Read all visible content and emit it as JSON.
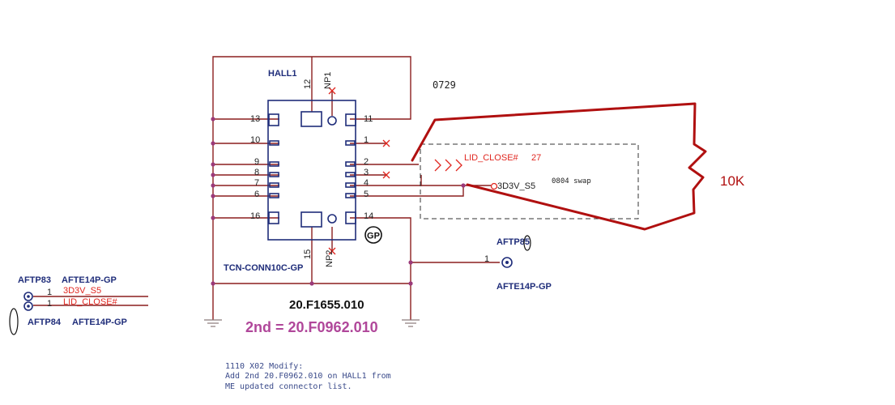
{
  "component": {
    "refdes": "HALL1",
    "footprint": "TCN-CONN10C-GP",
    "part_number": "20.F1655.010",
    "alt_part": "2nd = 20.F0962.010",
    "gp_mark": "GP"
  },
  "pins": {
    "p12": "12",
    "np1": "NP1",
    "p15": "15",
    "np2": "NP2",
    "p13": "13",
    "p10": "10",
    "p9": "9",
    "p8": "8",
    "p7": "7",
    "p6": "6",
    "p16": "16",
    "p11": "11",
    "p1": "1",
    "p2": "2",
    "p3": "3",
    "p4": "4",
    "p5": "5",
    "p14": "14"
  },
  "nets": {
    "lid_close_port": "LID_CLOSE#",
    "lid_close_page": "27",
    "v3d3_port": "3D3V_S5",
    "swap_note": "0804 swap",
    "rev_mark": "0729",
    "resistor_value": "10K"
  },
  "testpoints": {
    "right_ref": "AFTP85",
    "right_pin": "1",
    "right_part": "AFTE14P-GP",
    "tp83_ref": "AFTP83",
    "tp83_part": "AFTE14P-GP",
    "tp83_pin": "1",
    "tp83_net": "3D3V_S5",
    "tp84_ref": "AFTP84",
    "tp84_part": "AFTE14P-GP",
    "tp84_pin": "1",
    "tp84_net": "LID_CLOSE#"
  },
  "note": {
    "line1": "1110 X02 Modify:",
    "line2": "Add 2nd 20.F0962.010 on HALL1 from",
    "line3": "ME updated connector list."
  },
  "colors": {
    "wire": "#8b1f1f",
    "body": "#1f2d7a",
    "pin_text": "#222222",
    "net_red": "#e0261f",
    "junction": "#9b3a7a",
    "ground": "#8a7a7a",
    "markup": "#b01010",
    "alt_part": "#b0479a",
    "note_text": "#3a4a8a"
  }
}
